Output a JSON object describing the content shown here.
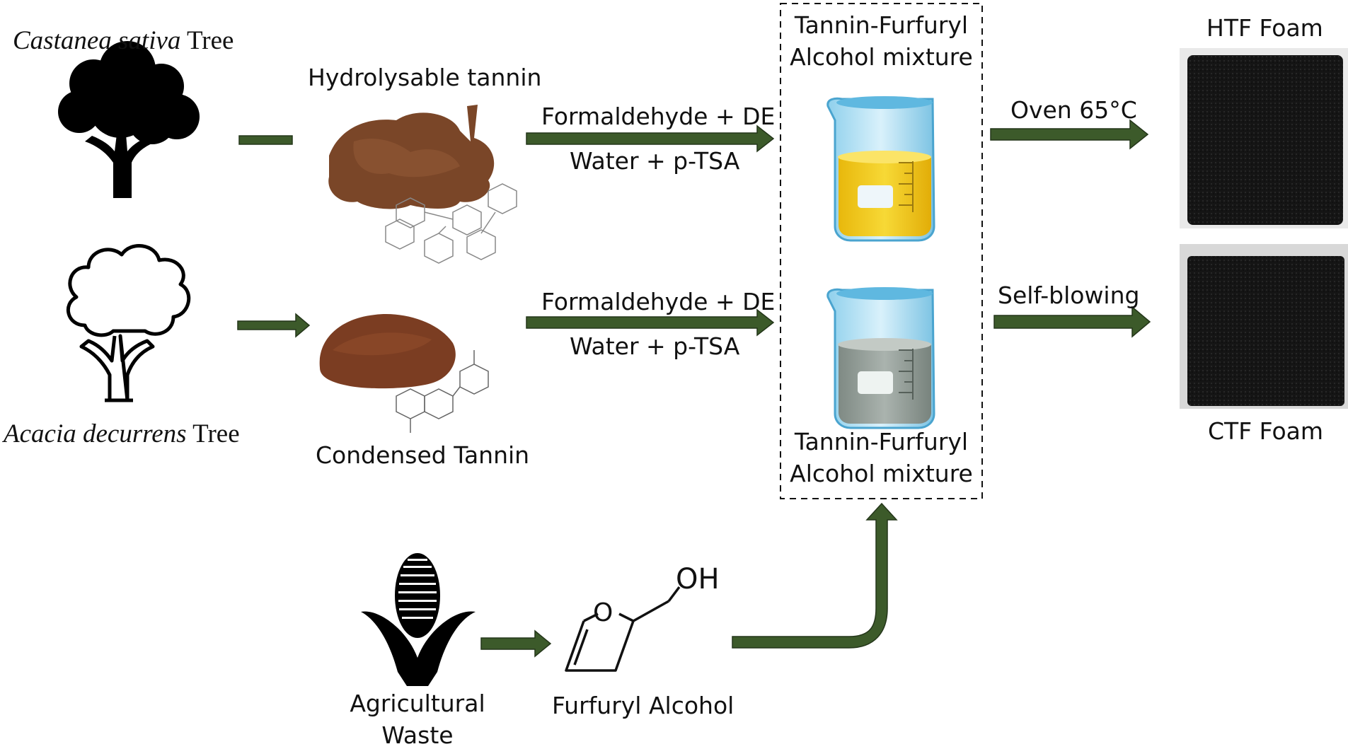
{
  "trees": {
    "castanea": {
      "species": "Castanea sativa",
      "suffix": " Tree"
    },
    "acacia": {
      "species": "Acacia decurrens",
      "suffix": " Tree"
    }
  },
  "tannins": {
    "hydrolysable": "Hydrolysable tannin",
    "condensed": "Condensed Tannin"
  },
  "reagents": {
    "top_line1": "Formaldehyde + DE",
    "top_line2": "Water + p-TSA",
    "bottom_line1": "Formaldehyde + DE",
    "bottom_line2": "Water + p-TSA"
  },
  "mixture": {
    "top_line1": "Tannin-Furfuryl",
    "top_line2": "Alcohol mixture",
    "bottom_line1": "Tannin-Furfuryl",
    "bottom_line2": "Alcohol mixture"
  },
  "process": {
    "top": "Oven 65°C",
    "bottom": "Self-blowing"
  },
  "foams": {
    "htf": "HTF Foam",
    "ctf": "CTF Foam"
  },
  "source": {
    "line1": "Agricultural",
    "line2": "Waste"
  },
  "molecule": {
    "name": "Furfuryl Alcohol",
    "ring_atom": "O",
    "group": "OH"
  },
  "colors": {
    "arrow": "#3c5a2a",
    "arrow_edge": "#24361a",
    "powder_hydrolysable": "#7a4628",
    "powder_condensed": "#7b3d22",
    "liquid_yellow": "#f1cb1a",
    "liquid_gray": "#9ca59e",
    "foam": "#141414"
  }
}
